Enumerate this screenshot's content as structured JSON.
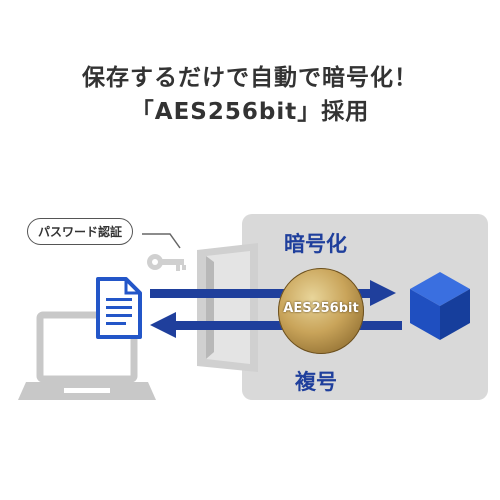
{
  "headline": {
    "line1": "保存するだけで自動で暗号化！",
    "line2": "「AES256bit」採用"
  },
  "diagram": {
    "password_label": "パスワード認証",
    "encrypt_label": "暗号化",
    "decrypt_label": "複号",
    "badge_label": "AES256bit",
    "colors": {
      "arrow_blue": "#1f3f9c",
      "panel_gray": "#d9d9d9",
      "device_gray": "#c8c8c8",
      "doc_blue": "#2356c8",
      "gold": "#c9a45a"
    },
    "icons": [
      "laptop-icon",
      "document-icon",
      "key-icon",
      "door-icon",
      "cube-icon"
    ]
  }
}
